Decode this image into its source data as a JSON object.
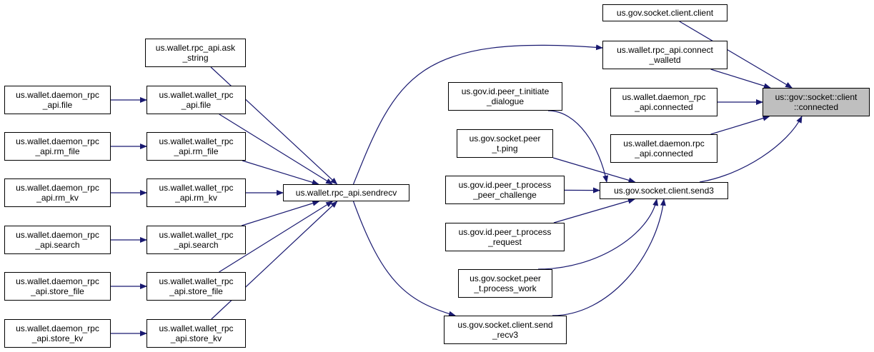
{
  "colors": {
    "edge": "#191970",
    "node_border": "#000000",
    "target_fill": "#bfbfbf"
  },
  "nodes": {
    "target": "us::gov::socket::client\n::connected",
    "gov_client_client": "us.gov.socket.client.client",
    "rpc_connect": "us.wallet.rpc_api.connect\n_walletd",
    "daemon_rpc_conn": "us.wallet.daemon_rpc\n_api.connected",
    "daemon_conn": "us.wallet.daemon.rpc\n_api.connected",
    "send3": "us.gov.socket.client.send3",
    "initiate": "us.gov.id.peer_t.initiate\n_dialogue",
    "ping": "us.gov.socket.peer\n_t.ping",
    "proc_challenge": "us.gov.id.peer_t.process\n_peer_challenge",
    "proc_request": "us.gov.id.peer_t.process\n_request",
    "proc_work": "us.gov.socket.peer\n_t.process_work",
    "send_recv3": "us.gov.socket.client.send\n_recv3",
    "sendrecv": "us.wallet.rpc_api.sendrecv",
    "ask_string": "us.wallet.rpc_api.ask\n_string",
    "ww_file": "us.wallet.wallet_rpc\n_api.file",
    "ww_rm_file": "us.wallet.wallet_rpc\n_api.rm_file",
    "ww_rm_kv": "us.wallet.wallet_rpc\n_api.rm_kv",
    "ww_search": "us.wallet.wallet_rpc\n_api.search",
    "ww_store_file": "us.wallet.wallet_rpc\n_api.store_file",
    "ww_store_kv": "us.wallet.wallet_rpc\n_api.store_kv",
    "wd_file": "us.wallet.daemon_rpc\n_api.file",
    "wd_rm_file": "us.wallet.daemon_rpc\n_api.rm_file",
    "wd_rm_kv": "us.wallet.daemon_rpc\n_api.rm_kv",
    "wd_search": "us.wallet.daemon_rpc\n_api.search",
    "wd_store_file": "us.wallet.daemon_rpc\n_api.store_file",
    "wd_store_kv": "us.wallet.daemon_rpc\n_api.store_kv"
  },
  "edges": [
    [
      "gov_client_client",
      "target"
    ],
    [
      "rpc_connect",
      "target"
    ],
    [
      "daemon_rpc_conn",
      "target"
    ],
    [
      "daemon_conn",
      "target"
    ],
    [
      "send3",
      "target"
    ],
    [
      "initiate",
      "send3"
    ],
    [
      "ping",
      "send3"
    ],
    [
      "proc_challenge",
      "send3"
    ],
    [
      "proc_request",
      "send3"
    ],
    [
      "proc_work",
      "send3"
    ],
    [
      "send_recv3",
      "send3"
    ],
    [
      "sendrecv",
      "rpc_connect"
    ],
    [
      "sendrecv",
      "send_recv3"
    ],
    [
      "ask_string",
      "sendrecv"
    ],
    [
      "ww_file",
      "sendrecv"
    ],
    [
      "ww_rm_file",
      "sendrecv"
    ],
    [
      "ww_rm_kv",
      "sendrecv"
    ],
    [
      "ww_search",
      "sendrecv"
    ],
    [
      "ww_store_file",
      "sendrecv"
    ],
    [
      "ww_store_kv",
      "sendrecv"
    ],
    [
      "wd_file",
      "ww_file"
    ],
    [
      "wd_rm_file",
      "ww_rm_file"
    ],
    [
      "wd_rm_kv",
      "ww_rm_kv"
    ],
    [
      "wd_search",
      "ww_search"
    ],
    [
      "wd_store_file",
      "ww_store_file"
    ],
    [
      "wd_store_kv",
      "ww_store_kv"
    ]
  ]
}
